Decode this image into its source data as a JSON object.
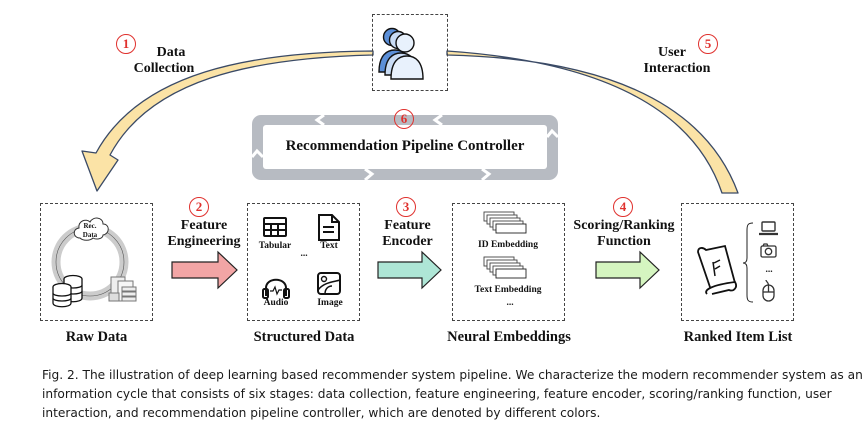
{
  "figure": {
    "stages": [
      {
        "number": "1",
        "label_lines": [
          "Data",
          "Collection"
        ],
        "color": "#fbe3a6"
      },
      {
        "number": "2",
        "label_lines": [
          "Feature",
          "Engineering"
        ],
        "color": "#f2a5a5"
      },
      {
        "number": "3",
        "label_lines": [
          "Feature",
          "Encoder"
        ],
        "color": "#aee6d6"
      },
      {
        "number": "4",
        "label_lines": [
          "Scoring/Ranking",
          "Function"
        ],
        "color": "#d5f5c0"
      },
      {
        "number": "5",
        "label_lines": [
          "User",
          "Interaction"
        ],
        "color": "#fbe3a6"
      },
      {
        "number": "6",
        "label": "Recommendation Pipeline Controller",
        "color": "#b7bbc2"
      }
    ],
    "boxes": {
      "raw_data": {
        "title": "Raw Data",
        "cloud_label_lines": [
          "Rec.",
          "Data"
        ]
      },
      "structured_data": {
        "title": "Structured Data",
        "items": [
          "Tabular",
          "Text",
          "Audio",
          "Image"
        ],
        "ellipsis": "..."
      },
      "neural_embeddings": {
        "title": "Neural Embeddings",
        "items": [
          "ID Embedding",
          "Text Embedding"
        ],
        "ellipsis": "..."
      },
      "ranked_item_list": {
        "title": "Ranked Item List",
        "ellipsis": "..."
      }
    },
    "icons": {
      "users": "users-group-icon",
      "database": "database-icon",
      "documents": "documents-server-icon",
      "cloud": "cloud-icon",
      "tabular": "table-icon",
      "text": "document-icon",
      "audio": "headphones-icon",
      "image": "image-icon",
      "scroll": "scroll-icon",
      "laptop": "laptop-icon",
      "camera": "camera-icon",
      "mouse": "mouse-icon"
    },
    "colors": {
      "number_circle": "#e0312e",
      "curve_fill": "#fbe3a6",
      "curve_stroke": "#3a4a66",
      "user_icon_blue": "#5b8fd8",
      "controller_gray": "#b7bbc2"
    }
  },
  "caption": {
    "lines": [
      "Fig. 2.  The illustration of deep learning based recommender system pipeline. We characterize the modern recommender system as an",
      "information cycle that consists of six stages: data collection, feature engineering, feature encoder, scoring/ranking function, user",
      "interaction, and recommendation pipeline controller, which are denoted by different colors."
    ]
  }
}
